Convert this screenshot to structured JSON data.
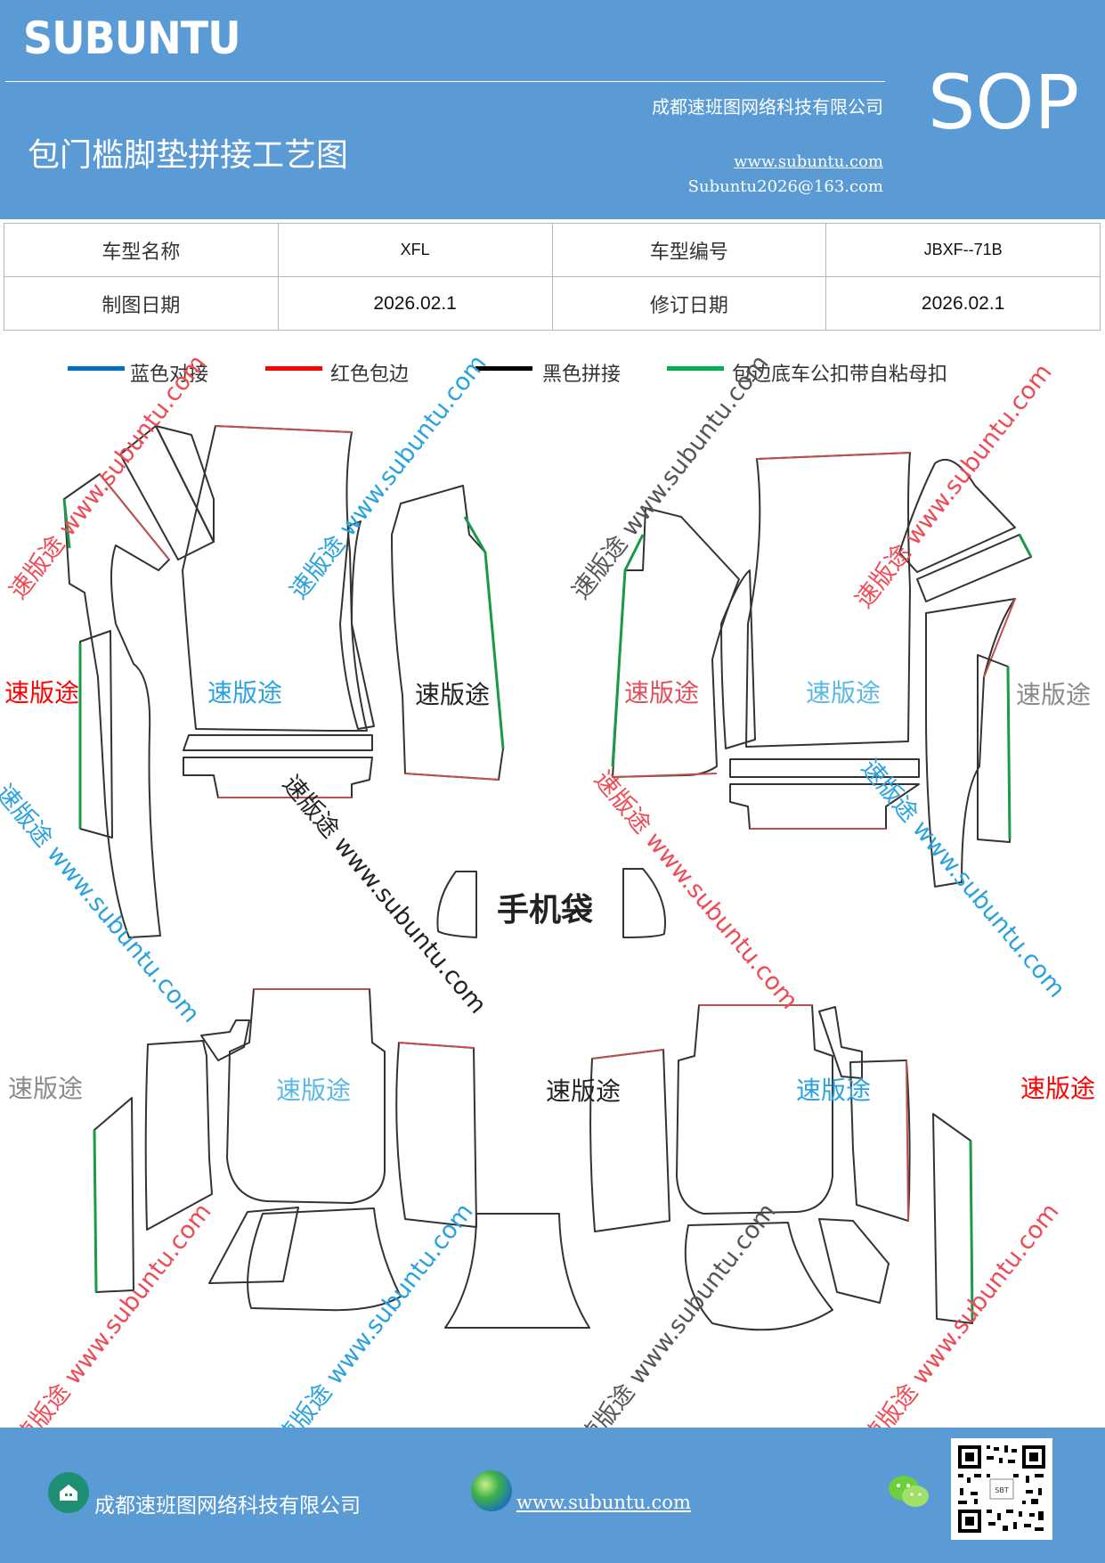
{
  "header": {
    "brand": "SUBUNTU",
    "sop": "SOP",
    "title": "包门槛脚垫拼接工艺图",
    "company": "成都速班图网络科技有限公司",
    "url": "www.subuntu.com",
    "email": "Subuntu2026@163.com"
  },
  "info_table": {
    "model_name_label": "车型名称",
    "model_name_value": "XFL",
    "model_code_label": "车型编号",
    "model_code_value": "JBXF--71B",
    "draw_date_label": "制图日期",
    "draw_date_value": "2026.02.1",
    "revise_date_label": "修订日期",
    "revise_date_value": "2026.02.1"
  },
  "legend": [
    {
      "label": "蓝色对接",
      "color": "#0070c0"
    },
    {
      "label": "红色包边",
      "color": "#ff0000"
    },
    {
      "label": "黑色拼接",
      "color": "#000000"
    },
    {
      "label": "包边底车公扣带自粘母扣",
      "color": "#00b050"
    }
  ],
  "diagram": {
    "part_label": "速版途",
    "watermark_text": "速版途 www.subuntu.com",
    "watermark_short": "速版途",
    "watermark_url": "www.subuntu.com",
    "phone_pocket": "手机袋",
    "colors": {
      "outline": "#333333",
      "edge_red": "#c0504d",
      "edge_green": "#1a9a48"
    }
  },
  "footer": {
    "company": "成都速班图网络科技有限公司",
    "url": "www.subuntu.com"
  }
}
